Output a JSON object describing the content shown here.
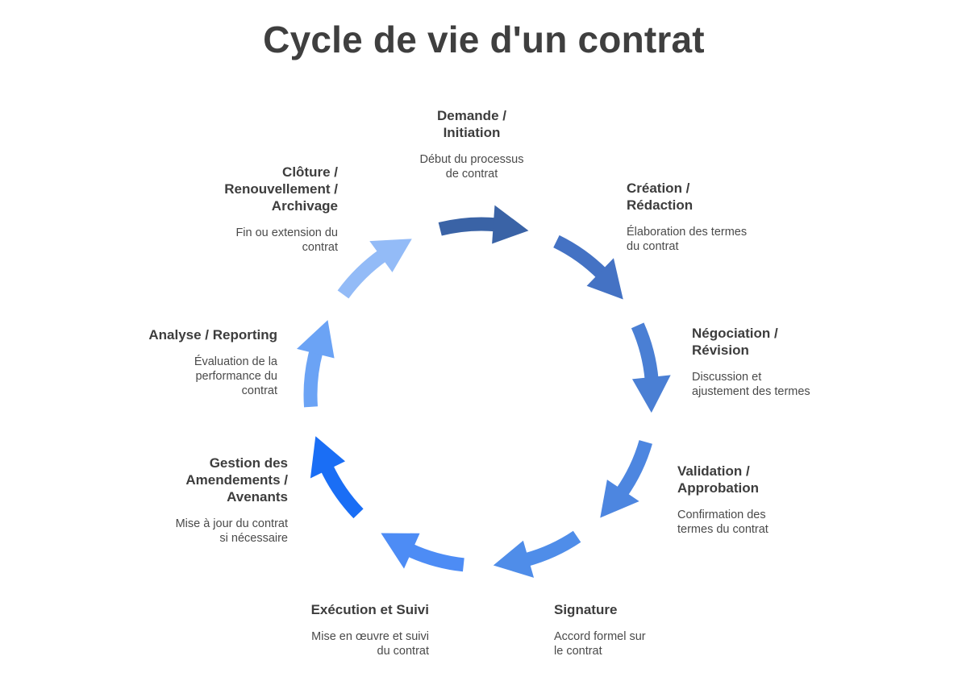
{
  "title": "Cycle de vie d'un contrat",
  "steps": [
    {
      "title": "Demande /\nInitiation",
      "description": "Début du processus\nde contrat",
      "color": "#3a63a6"
    },
    {
      "title": "Création /\nRédaction",
      "description": "Élaboration des termes\ndu contrat",
      "color": "#4472c4"
    },
    {
      "title": "Négociation /\nRévision",
      "description": "Discussion et\najustement des termes",
      "color": "#4a7fd4"
    },
    {
      "title": "Validation /\nApprobation",
      "description": "Confirmation des\ntermes du contrat",
      "color": "#4d86e0"
    },
    {
      "title": "Signature",
      "description": "Accord formel sur\nle contrat",
      "color": "#4f8de9"
    },
    {
      "title": "Exécution et Suivi",
      "description": "Mise en œuvre et suivi\ndu contrat",
      "color": "#4d8cf5"
    },
    {
      "title": "Gestion des\nAmendements /\nAvenants",
      "description": "Mise à jour du contrat\nsi nécessaire",
      "color": "#1a6ef5"
    },
    {
      "title": "Analyse / Reporting",
      "description": "Évaluation de la\nperformance du\ncontrat",
      "color": "#6ba3f5"
    },
    {
      "title": "Clôture /\nRenouvellement /\nArchivage",
      "description": "Fin ou extension du\ncontrat",
      "color": "#93bbf7"
    }
  ]
}
